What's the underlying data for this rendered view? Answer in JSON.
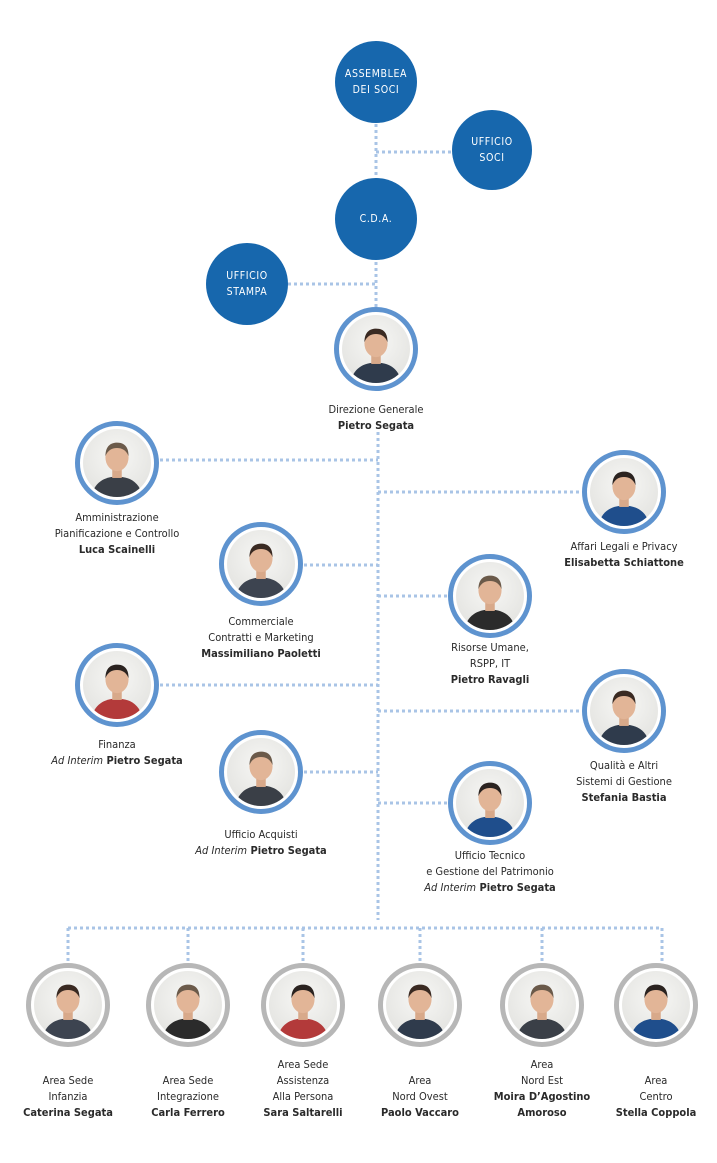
{
  "governance": {
    "assemblea": "ASSEMBLEA\nDEI SOCI",
    "ufficio_soci": "UFFICIO\nSOCI",
    "cda": "C.D.A.",
    "ufficio_stampa": "UFFICIO\nSTAMPA"
  },
  "interim_label": "Ad Interim",
  "direzione": {
    "role": "Direzione Generale",
    "name": "Pietro Segata"
  },
  "staff": [
    {
      "id": "amministrazione",
      "role_lines": [
        "Amministrazione",
        "Pianificazione e Controllo"
      ],
      "name": "Luca Scainelli",
      "interim": false
    },
    {
      "id": "affari-legali",
      "role_lines": [
        "Affari Legali e Privacy"
      ],
      "name": "Elisabetta Schiattone",
      "interim": false
    },
    {
      "id": "commerciale",
      "role_lines": [
        "Commerciale",
        "Contratti e Marketing"
      ],
      "name": "Massimiliano Paoletti",
      "interim": false
    },
    {
      "id": "risorse-umane",
      "role_lines": [
        "Risorse Umane,",
        "RSPP, IT"
      ],
      "name": "Pietro Ravagli",
      "interim": false
    },
    {
      "id": "finanza",
      "role_lines": [
        "Finanza"
      ],
      "name": "Pietro Segata",
      "interim": true
    },
    {
      "id": "qualita",
      "role_lines": [
        "Qualità e Altri",
        "Sistemi di Gestione"
      ],
      "name": "Stefania Bastia",
      "interim": false
    },
    {
      "id": "acquisti",
      "role_lines": [
        "Ufficio Acquisti"
      ],
      "name": "Pietro Segata",
      "interim": true
    },
    {
      "id": "tecnico",
      "role_lines": [
        "Ufficio Tecnico",
        "e Gestione del Patrimonio"
      ],
      "name": "Pietro Segata",
      "interim": true
    }
  ],
  "areas": [
    {
      "id": "infanzia",
      "role_lines": [
        "Area Sede",
        "Infanzia"
      ],
      "name_lines": [
        "Caterina Segata"
      ]
    },
    {
      "id": "integrazione",
      "role_lines": [
        "Area Sede",
        "Integrazione"
      ],
      "name_lines": [
        "Carla Ferrero"
      ]
    },
    {
      "id": "assistenza",
      "role_lines": [
        "Area Sede",
        "Assistenza",
        "Alla Persona"
      ],
      "name_lines": [
        "Sara Saltarelli"
      ]
    },
    {
      "id": "nord-ovest",
      "role_lines": [
        "Area",
        "Nord Ovest"
      ],
      "name_lines": [
        "Paolo Vaccaro"
      ]
    },
    {
      "id": "nord-est",
      "role_lines": [
        "Area",
        "Nord Est"
      ],
      "name_lines": [
        "Moira D’Agostino",
        "Amoroso"
      ]
    },
    {
      "id": "centro",
      "role_lines": [
        "Area",
        "Centro"
      ],
      "name_lines": [
        "Stella Coppola"
      ]
    }
  ],
  "colors": {
    "circle_fill": "#1767ad",
    "portrait_ring": "#5e93cf",
    "area_ring": "#b7b7b7",
    "connector": "#a9c4e6"
  }
}
